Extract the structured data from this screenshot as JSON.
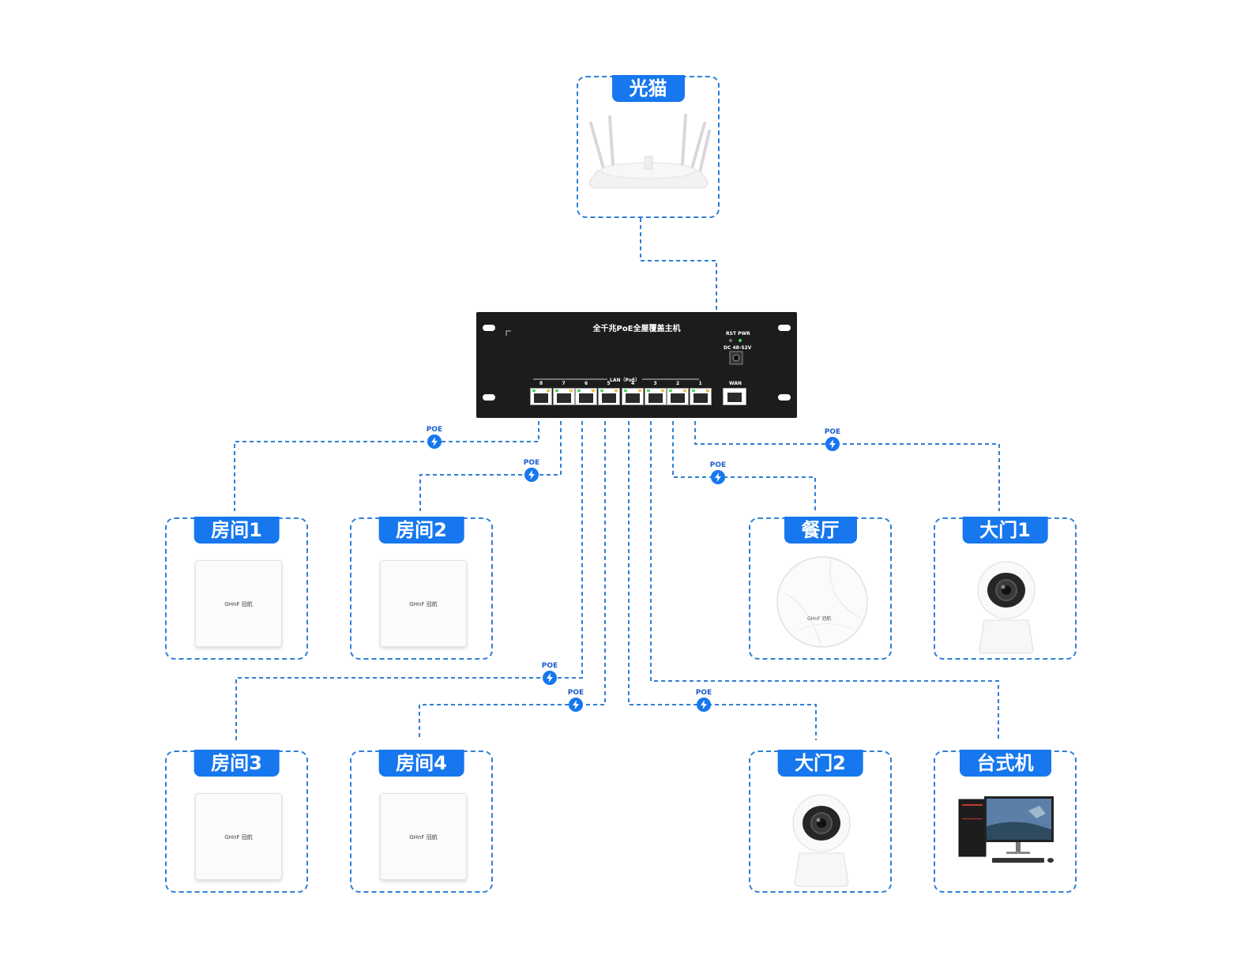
{
  "diagram": {
    "nodes": {
      "modem": {
        "label": "光猫"
      },
      "room1": {
        "label": "房间1"
      },
      "room2": {
        "label": "房间2"
      },
      "room3": {
        "label": "房间3"
      },
      "room4": {
        "label": "房间4"
      },
      "dining": {
        "label": "餐厅"
      },
      "gate1": {
        "label": "大门1"
      },
      "gate2": {
        "label": "大门2"
      },
      "desktop": {
        "label": "台式机"
      }
    },
    "switch": {
      "title": "全千兆PoE全屋覆盖主机",
      "rst_pwr": "RST PWR",
      "dc": "DC 48-52V",
      "lan_label": "LAN（PoE）",
      "wan_label": "WAN",
      "port_numbers": [
        "8",
        "7",
        "6",
        "5",
        "4",
        "3",
        "2",
        "1"
      ]
    },
    "poe_label": "POE",
    "ap_brand": "GHnF 冠航",
    "colors": {
      "accent": "#1677ee",
      "line": "#2f7fd8"
    }
  }
}
